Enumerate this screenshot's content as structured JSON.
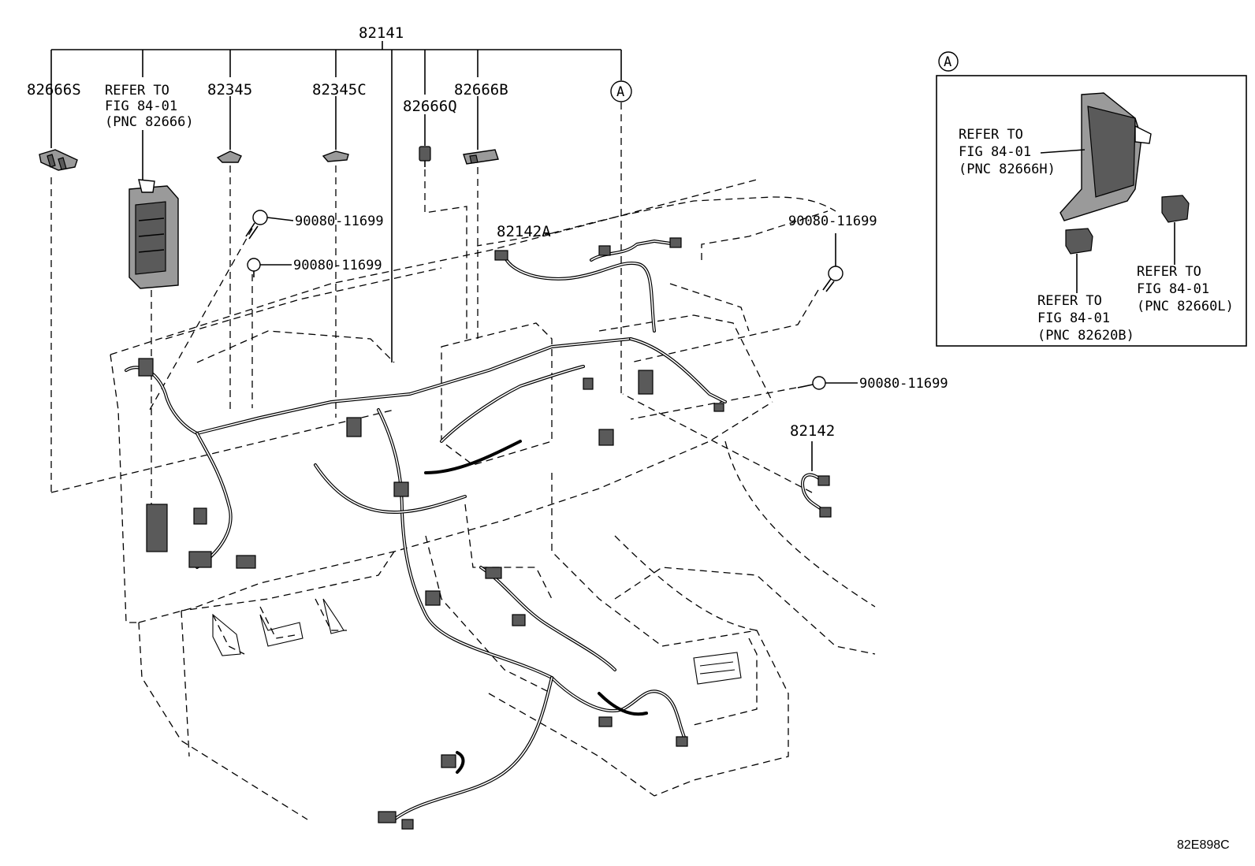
{
  "diagram": {
    "top_label": "82141",
    "labels": {
      "p82666S": "82666S",
      "refer_main_1": "REFER TO",
      "refer_main_2": "FIG 84-01",
      "refer_main_3": "(PNC 82666)",
      "p82345": "82345",
      "p82345C": "82345C",
      "p82666Q": "82666Q",
      "p82666B": "82666B",
      "callout_a": "A",
      "bolt1": "90080-11699",
      "bolt2": "90080-11699",
      "bolt3": "90080-11699",
      "bolt4": "90080-11699",
      "p82142A": "82142A",
      "p82142": "82142"
    },
    "inset": {
      "callout": "A",
      "ref1_1": "REFER TO",
      "ref1_2": "FIG 84-01",
      "ref1_3": "(PNC 82666H)",
      "ref2_1": "REFER TO",
      "ref2_2": "FIG 84-01",
      "ref2_3": "(PNC 82620B)",
      "ref3_1": "REFER TO",
      "ref3_2": "FIG 84-01",
      "ref3_3": "(PNC 82660L)"
    },
    "code": "82E898C"
  }
}
